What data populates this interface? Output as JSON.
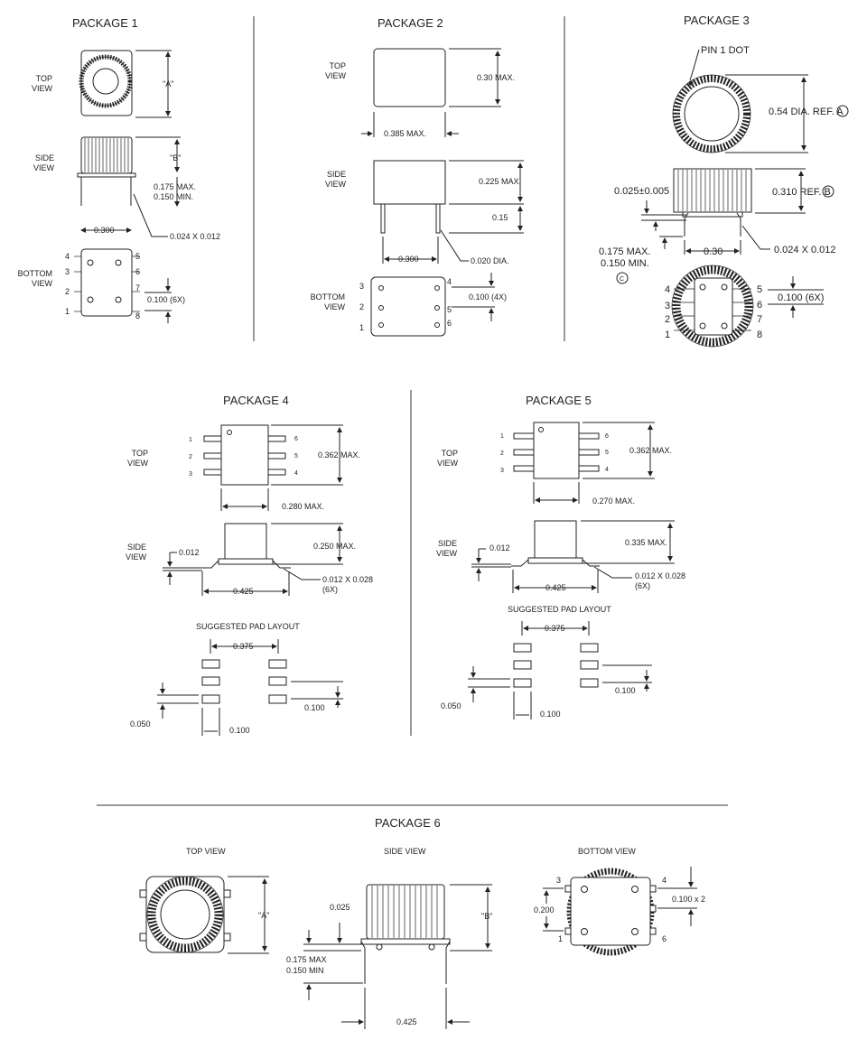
{
  "packages": [
    {
      "title": "PACKAGE 1",
      "views": {
        "top": "TOP\nVIEW",
        "side": "SIDE\nVIEW",
        "bottom": "BOTTOM\nVIEW"
      },
      "dims": {
        "a": "\"A\"",
        "b": "\"B\"",
        "lead_max": "0.175 MAX.",
        "lead_min": "0.150 MIN.",
        "pitch": "0.300",
        "lead_size": "0.024 X 0.012",
        "pin_spacing": "0.100 (6X)"
      },
      "pins_left": [
        "4",
        "3",
        "2",
        "1"
      ],
      "pins_right": [
        "5",
        "6",
        "7",
        "8"
      ]
    },
    {
      "title": "PACKAGE 2",
      "views": {
        "top": "TOP\nVIEW",
        "side": "SIDE\nVIEW",
        "bottom": "BOTTOM\nVIEW"
      },
      "dims": {
        "height": "0.30 MAX.",
        "width": "0.385 MAX.",
        "side_height": "0.225 MAX.",
        "lead": "0.15",
        "pitch": "0.300",
        "lead_dia": "0.020 DIA.",
        "pin_spacing": "0.100 (4X)"
      },
      "pins_left": [
        "3",
        "2",
        "1"
      ],
      "pins_right": [
        "4",
        "5",
        "6"
      ]
    },
    {
      "title": "PACKAGE 3",
      "pin1": "PIN 1 DOT",
      "dims": {
        "dia": "0.54 DIA. REF. A",
        "height": "0.310 REF. B",
        "standoff": "0.025±0.005",
        "lead_max": "0.175 MAX.",
        "lead_min": "0.150 MIN.",
        "c_mark": "C",
        "pitch": "0.30",
        "lead_size": "0.024 X 0.012",
        "pin_spacing": "0.100 (6X)"
      },
      "pins_left": [
        "4",
        "3",
        "2",
        "1"
      ],
      "pins_right": [
        "5",
        "6",
        "7",
        "8"
      ]
    },
    {
      "title": "PACKAGE 4",
      "views": {
        "top": "TOP\nVIEW",
        "side": "SIDE\nVIEW"
      },
      "dims": {
        "height": "0.362 MAX.",
        "width": "0.280 MAX.",
        "lead_t": "0.012",
        "side_height": "0.250 MAX.",
        "span": "0.425",
        "lead_size": "0.012 X 0.028",
        "lead_count": "(6X)",
        "pad_title": "SUGGESTED PAD LAYOUT",
        "pad_span": "0.375",
        "pad_h": "0.050",
        "pad_w": "0.100",
        "pad_pitch": "0.100"
      },
      "pins_left": [
        "1",
        "2",
        "3"
      ],
      "pins_right": [
        "6",
        "5",
        "4"
      ]
    },
    {
      "title": "PACKAGE 5",
      "views": {
        "top": "TOP\nVIEW",
        "side": "SIDE\nVIEW"
      },
      "dims": {
        "height": "0.362 MAX.",
        "width": "0.270 MAX.",
        "lead_t": "0.012",
        "side_height": "0.335 MAX.",
        "span": "0.425",
        "lead_size": "0.012 X 0.028",
        "lead_count": "(6X)",
        "pad_title": "SUGGESTED PAD LAYOUT",
        "pad_span": "0.375",
        "pad_h": "0.050",
        "pad_w": "0.100",
        "pad_pitch": "0.100"
      },
      "pins_left": [
        "1",
        "2",
        "3"
      ],
      "pins_right": [
        "6",
        "5",
        "4"
      ]
    },
    {
      "title": "PACKAGE 6",
      "views": {
        "top": "TOP VIEW",
        "side": "SIDE VIEW",
        "bottom": "BOTTOM VIEW"
      },
      "dims": {
        "a": "\"A\"",
        "b": "\"B\"",
        "standoff": "0.025",
        "lead_max": "0.175 MAX",
        "lead_min": "0.150 MIN",
        "span": "0.425",
        "row": "0.200",
        "pin_spacing": "0.100 x 2"
      },
      "pins": [
        "3",
        "4",
        "1",
        "6"
      ]
    }
  ]
}
